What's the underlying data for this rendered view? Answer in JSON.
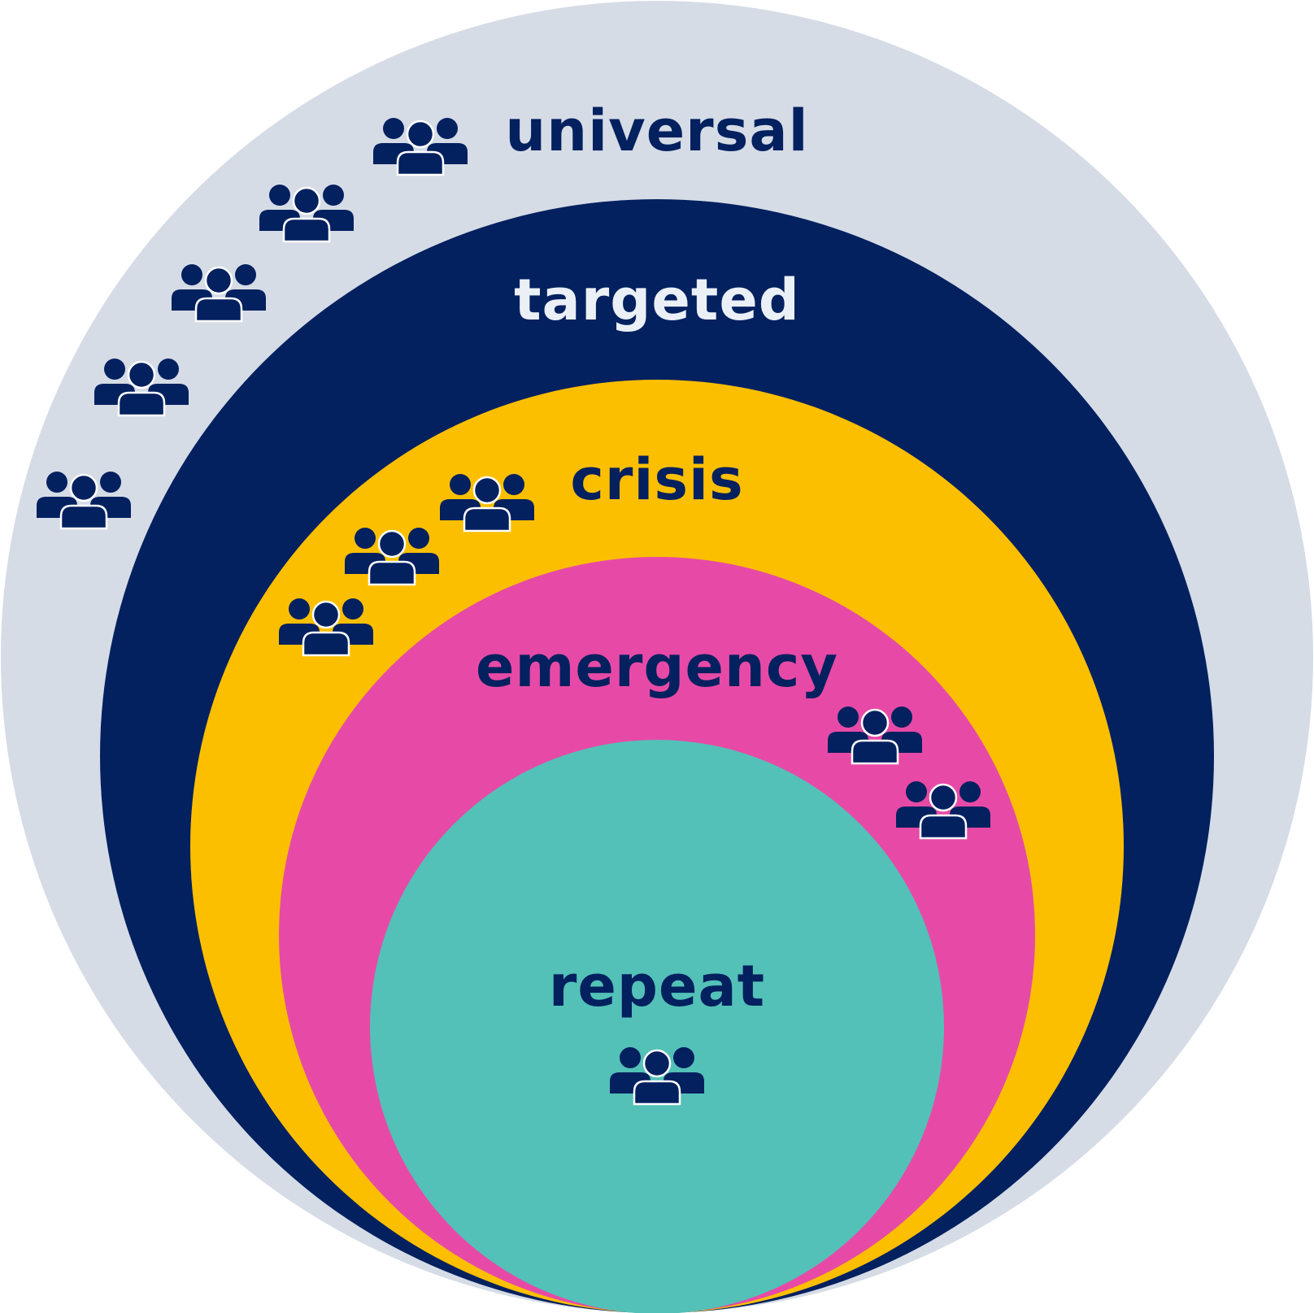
{
  "colors": {
    "navy": "#03205f",
    "universal": "#d5dce6",
    "targeted": "#03205f",
    "crisis": "#fcbf00",
    "emergency": "#e74aa6",
    "repeat": "#53c1b7",
    "label_dark": "#03205f",
    "label_light": "#eaf0f6"
  },
  "icon": "people-group-icon",
  "levels": [
    {
      "key": "universal",
      "label": "universal"
    },
    {
      "key": "targeted",
      "label": "targeted"
    },
    {
      "key": "crisis",
      "label": "crisis"
    },
    {
      "key": "emergency",
      "label": "emergency"
    },
    {
      "key": "repeat",
      "label": "repeat"
    }
  ]
}
